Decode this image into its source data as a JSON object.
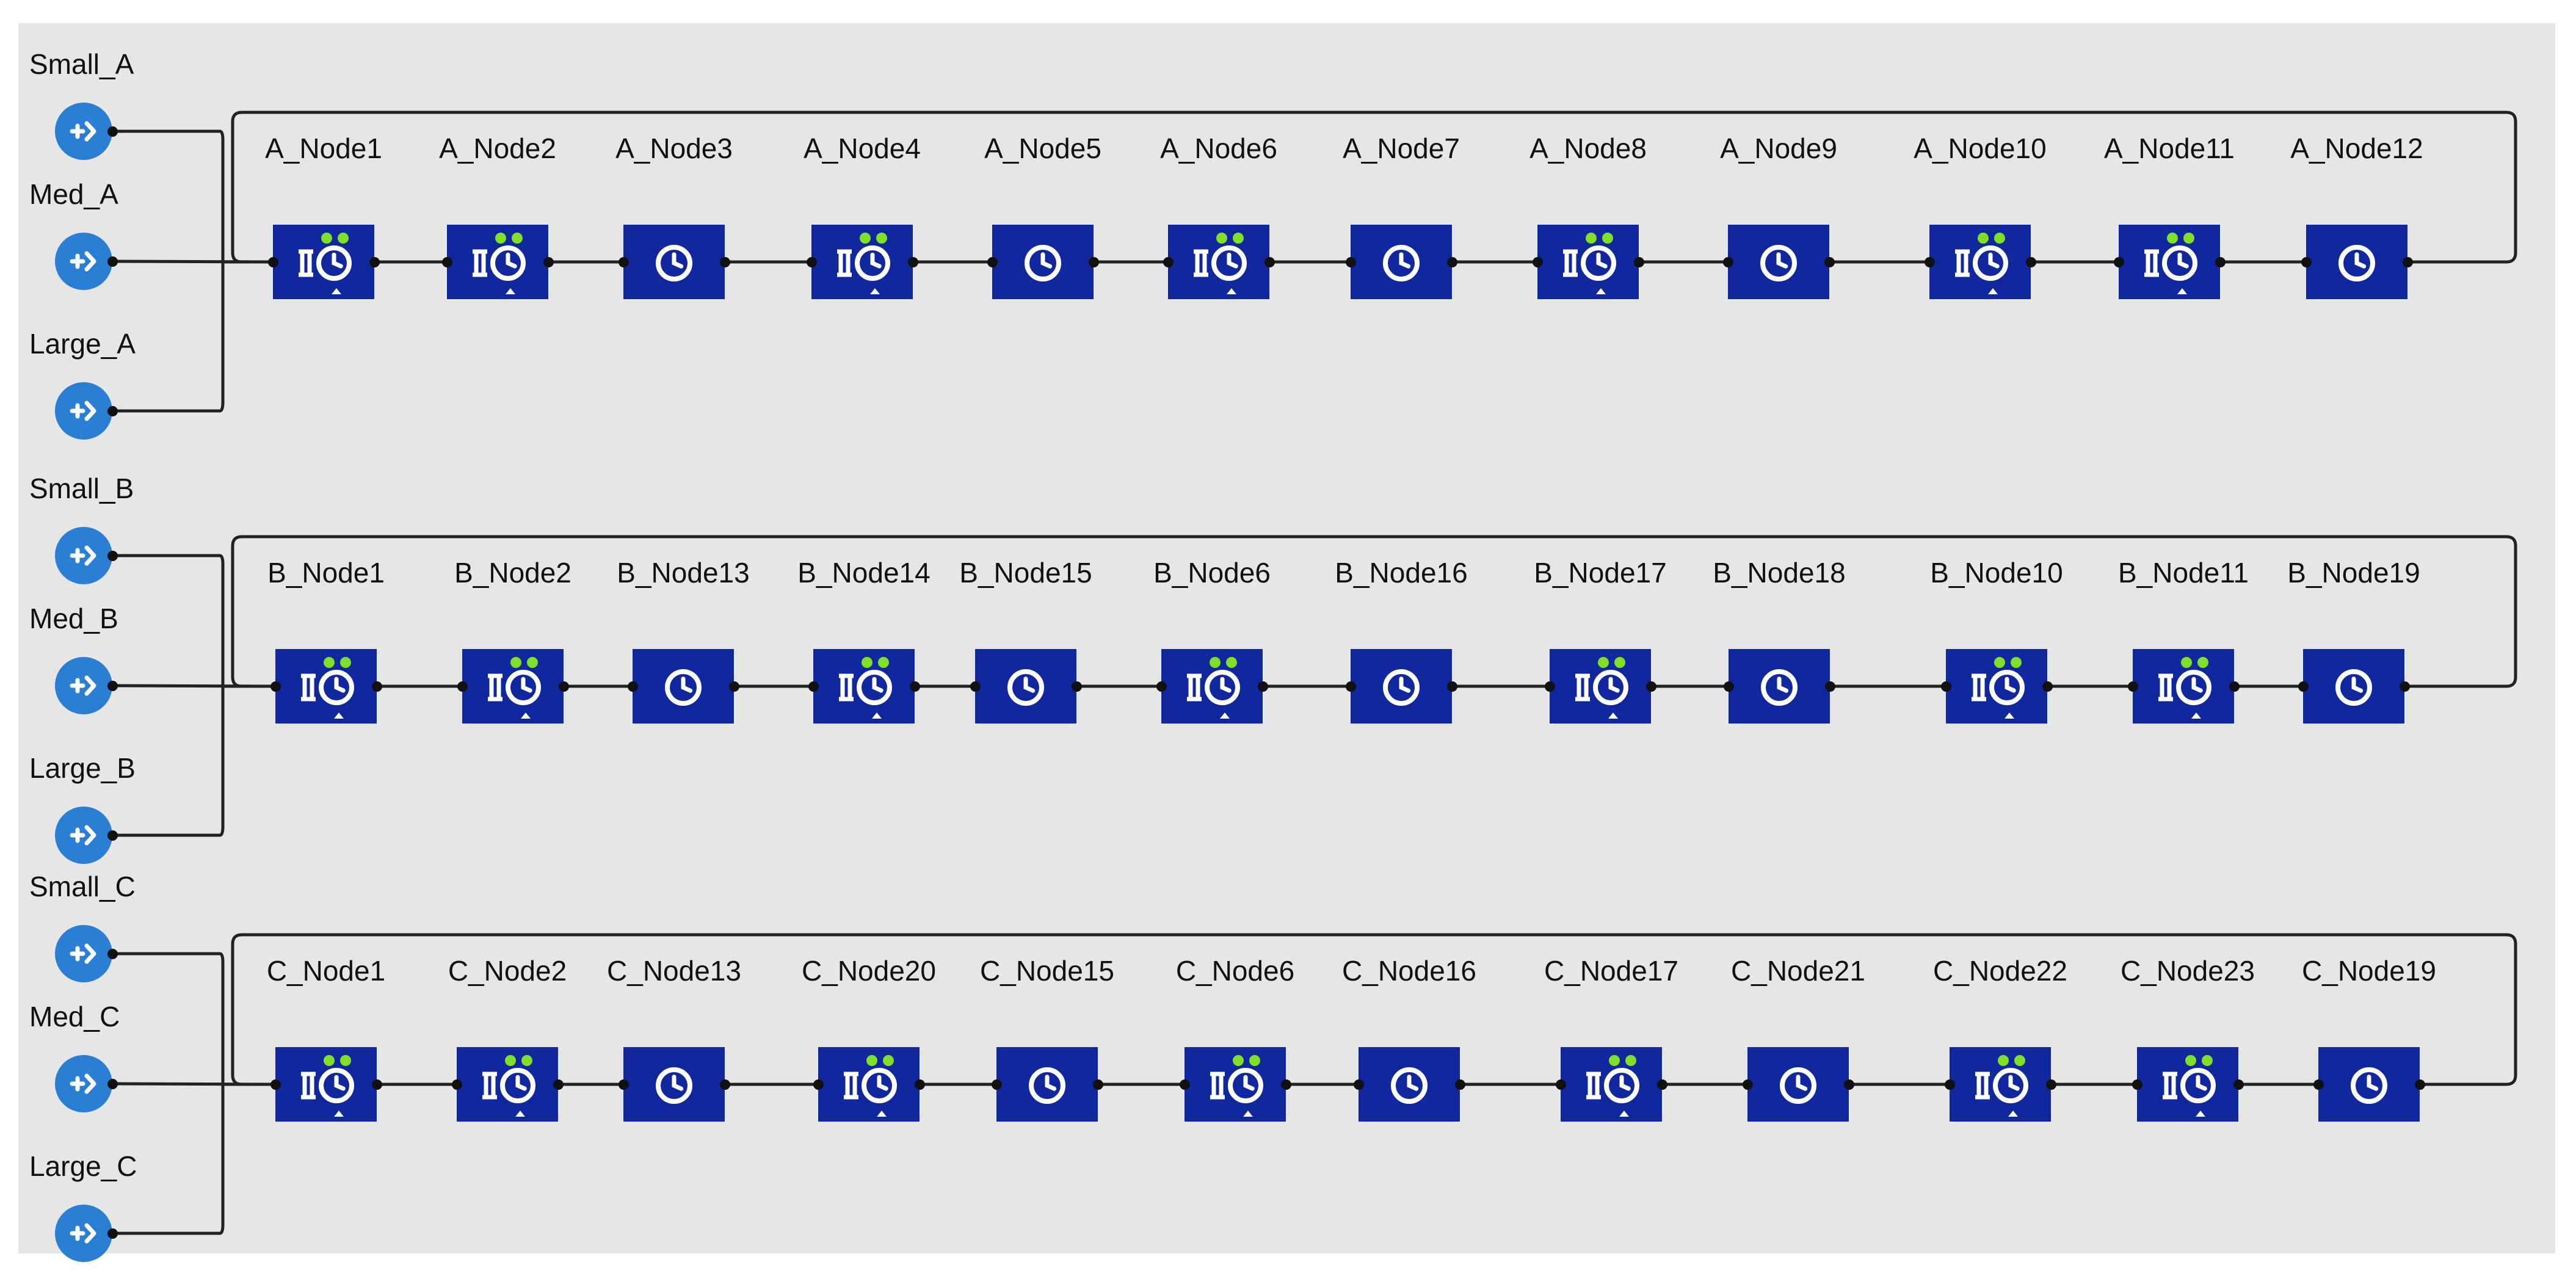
{
  "colors": {
    "canvas": "#e6e6e6",
    "node": "#10279e",
    "source": "#2a7fd4",
    "wire": "#222222",
    "status_led": "#7fe02a"
  },
  "groups": [
    {
      "sources": [
        "Small_A",
        "Med_A",
        "Large_A"
      ],
      "nodes": [
        {
          "label": "A_Node1",
          "kind": "queue-delay"
        },
        {
          "label": "A_Node2",
          "kind": "queue-delay"
        },
        {
          "label": "A_Node3",
          "kind": "delay"
        },
        {
          "label": "A_Node4",
          "kind": "queue-delay"
        },
        {
          "label": "A_Node5",
          "kind": "delay"
        },
        {
          "label": "A_Node6",
          "kind": "queue-delay"
        },
        {
          "label": "A_Node7",
          "kind": "delay"
        },
        {
          "label": "A_Node8",
          "kind": "queue-delay"
        },
        {
          "label": "A_Node9",
          "kind": "delay"
        },
        {
          "label": "A_Node10",
          "kind": "queue-delay"
        },
        {
          "label": "A_Node11",
          "kind": "queue-delay"
        },
        {
          "label": "A_Node12",
          "kind": "delay"
        }
      ]
    },
    {
      "sources": [
        "Small_B",
        "Med_B",
        "Large_B"
      ],
      "nodes": [
        {
          "label": "B_Node1",
          "kind": "queue-delay"
        },
        {
          "label": "B_Node2",
          "kind": "queue-delay"
        },
        {
          "label": "B_Node13",
          "kind": "delay"
        },
        {
          "label": "B_Node14",
          "kind": "queue-delay"
        },
        {
          "label": "B_Node15",
          "kind": "delay"
        },
        {
          "label": "B_Node6",
          "kind": "queue-delay"
        },
        {
          "label": "B_Node16",
          "kind": "delay"
        },
        {
          "label": "B_Node17",
          "kind": "queue-delay"
        },
        {
          "label": "B_Node18",
          "kind": "delay"
        },
        {
          "label": "B_Node10",
          "kind": "queue-delay"
        },
        {
          "label": "B_Node11",
          "kind": "queue-delay"
        },
        {
          "label": "B_Node19",
          "kind": "delay"
        }
      ]
    },
    {
      "sources": [
        "Small_C",
        "Med_C",
        "Large_C"
      ],
      "nodes": [
        {
          "label": "C_Node1",
          "kind": "queue-delay"
        },
        {
          "label": "C_Node2",
          "kind": "queue-delay"
        },
        {
          "label": "C_Node13",
          "kind": "delay"
        },
        {
          "label": "C_Node20",
          "kind": "queue-delay"
        },
        {
          "label": "C_Node15",
          "kind": "delay"
        },
        {
          "label": "C_Node6",
          "kind": "queue-delay"
        },
        {
          "label": "C_Node16",
          "kind": "delay"
        },
        {
          "label": "C_Node17",
          "kind": "queue-delay"
        },
        {
          "label": "C_Node21",
          "kind": "delay"
        },
        {
          "label": "C_Node22",
          "kind": "queue-delay"
        },
        {
          "label": "C_Node23",
          "kind": "queue-delay"
        },
        {
          "label": "C_Node19",
          "kind": "delay"
        }
      ]
    }
  ]
}
